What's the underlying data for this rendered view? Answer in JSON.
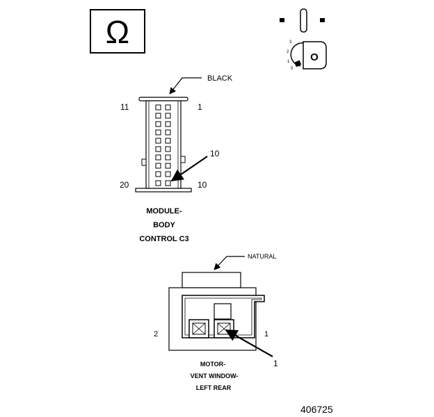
{
  "icons": {
    "ohm_symbol": "Ω",
    "ignition_key": "ignition-key-icon",
    "key_positions": [
      "3",
      "2",
      "1",
      "0"
    ],
    "key_letter": "O"
  },
  "connector_top": {
    "wire_color": "BLACK",
    "pin_top_left": "11",
    "pin_top_right": "1",
    "pin_bottom_left": "20",
    "pin_bottom_right": "10",
    "callout_pin": "10",
    "name_lines": [
      "MODULE-",
      "BODY",
      "CONTROL C3"
    ]
  },
  "connector_bottom": {
    "wire_color": "NATURAL",
    "pin_left": "2",
    "pin_right": "1",
    "callout_pin": "1",
    "name_lines": [
      "MOTOR-",
      "VENT WINDOW-",
      "LEFT REAR"
    ]
  },
  "figure_number": "406725"
}
